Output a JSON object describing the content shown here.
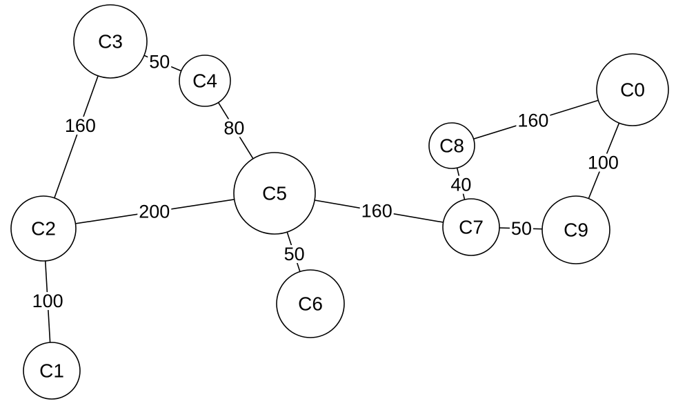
{
  "graph": {
    "nodes": [
      {
        "id": "C0",
        "label": "C0"
      },
      {
        "id": "C1",
        "label": "C1"
      },
      {
        "id": "C2",
        "label": "C2"
      },
      {
        "id": "C3",
        "label": "C3"
      },
      {
        "id": "C4",
        "label": "C4"
      },
      {
        "id": "C5",
        "label": "C5"
      },
      {
        "id": "C6",
        "label": "C6"
      },
      {
        "id": "C7",
        "label": "C7"
      },
      {
        "id": "C8",
        "label": "C8"
      },
      {
        "id": "C9",
        "label": "C9"
      }
    ],
    "edges": [
      {
        "id": "c3-c4",
        "source": "C3",
        "target": "C4",
        "weight": "50"
      },
      {
        "id": "c3-c2",
        "source": "C3",
        "target": "C2",
        "weight": "160"
      },
      {
        "id": "c4-c5",
        "source": "C4",
        "target": "C5",
        "weight": "80"
      },
      {
        "id": "c2-c5",
        "source": "C2",
        "target": "C5",
        "weight": "200"
      },
      {
        "id": "c2-c1",
        "source": "C2",
        "target": "C1",
        "weight": "100"
      },
      {
        "id": "c5-c6",
        "source": "C5",
        "target": "C6",
        "weight": "50"
      },
      {
        "id": "c5-c7",
        "source": "C5",
        "target": "C7",
        "weight": "160"
      },
      {
        "id": "c8-c0",
        "source": "C8",
        "target": "C0",
        "weight": "160"
      },
      {
        "id": "c8-c7",
        "source": "C8",
        "target": "C7",
        "weight": "40"
      },
      {
        "id": "c7-c9",
        "source": "C7",
        "target": "C9",
        "weight": "50"
      },
      {
        "id": "c0-c9",
        "source": "C0",
        "target": "C9",
        "weight": "100"
      }
    ]
  }
}
